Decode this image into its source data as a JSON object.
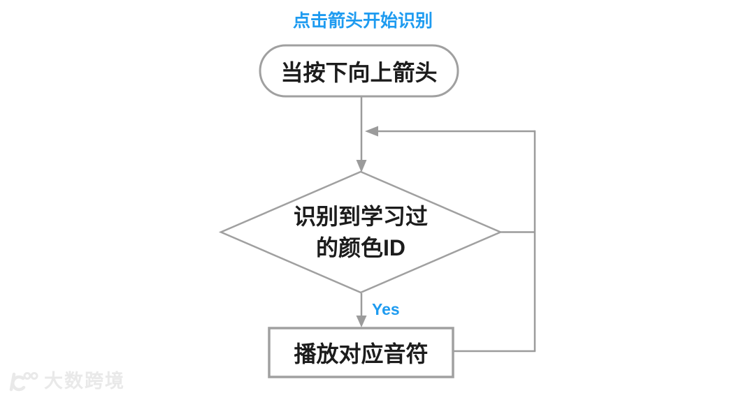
{
  "title": "点击箭头开始识别",
  "flowchart": {
    "start_label": "当按下向上箭头",
    "decision_line1": "识别到学习过",
    "decision_line2": "的颜色ID",
    "yes_label": "Yes",
    "action_label": "播放对应音符"
  },
  "watermark": {
    "text": "大数跨境"
  },
  "colors": {
    "accent_blue": "#1E9BF0",
    "line_gray": "#9B9B9B",
    "shape_gray": "#A0A0A0",
    "text_black": "#1C1C1C",
    "watermark_gray": "#E9E9E9",
    "background": "#FFFFFF"
  }
}
